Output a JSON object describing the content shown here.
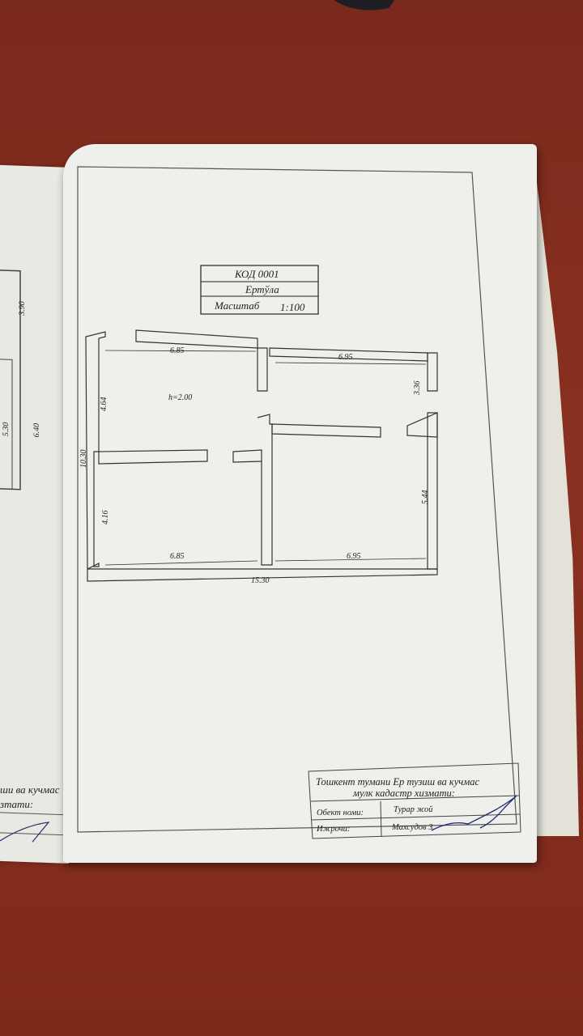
{
  "title_block": {
    "code": "КОД 0001",
    "level": "Ертўла",
    "scale_label": "Масштаб",
    "scale_value": "1:100"
  },
  "plan": {
    "height_note": "h=2.00",
    "dimensions": {
      "top_left_room_width": "6.85",
      "top_right_room_width": "6.95",
      "left_upper_height": "4.64",
      "right_upper_height": "3.36",
      "total_height": "10.30",
      "left_lower_height": "4.16",
      "right_lower_height": "5.44",
      "bottom_left_width": "6.85",
      "bottom_right_width": "6.95",
      "total_width": "15.30"
    }
  },
  "stamp": {
    "organization_line1": "Тошкент тумани Ер тузиш ва кучмас",
    "organization_line2": "мулк кадастр хизмати:",
    "object_label": "Обект номи:",
    "object_value": "Турар жой",
    "executor_label": "Ижрочи:",
    "executor_value": "Махсудов З."
  },
  "left_sheet": {
    "text_line1": "ши ва кучмас",
    "text_line2": "зmати:",
    "dim_a": "3.90",
    "dim_b": "5.30",
    "dim_c": "6.40"
  }
}
